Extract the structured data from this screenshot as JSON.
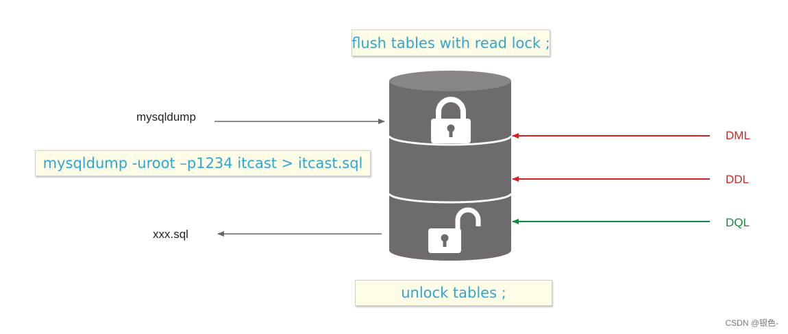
{
  "diagram": {
    "lock_command": "flush tables with read lock ;",
    "backup_tool": "mysqldump",
    "backup_command": "mysqldump  -uroot –p1234  itcast > itcast.sql",
    "output_file": "xxx.sql",
    "unlock_command": "unlock tables ;",
    "operations": [
      {
        "label": "DML",
        "color": "#d81e1e",
        "state": "blocked"
      },
      {
        "label": "DDL",
        "color": "#d81e1e",
        "state": "blocked"
      },
      {
        "label": "DQL",
        "color": "#0f8a3c",
        "state": "allowed"
      }
    ],
    "colors": {
      "database": "#6f6a6e",
      "command_text": "#2aa7d6",
      "command_box": "#fffde6",
      "arrow": "#666666"
    },
    "icons": [
      "database-cylinder-icon",
      "lock-closed-icon",
      "lock-open-icon"
    ]
  },
  "watermark": "CSDN @银色-"
}
